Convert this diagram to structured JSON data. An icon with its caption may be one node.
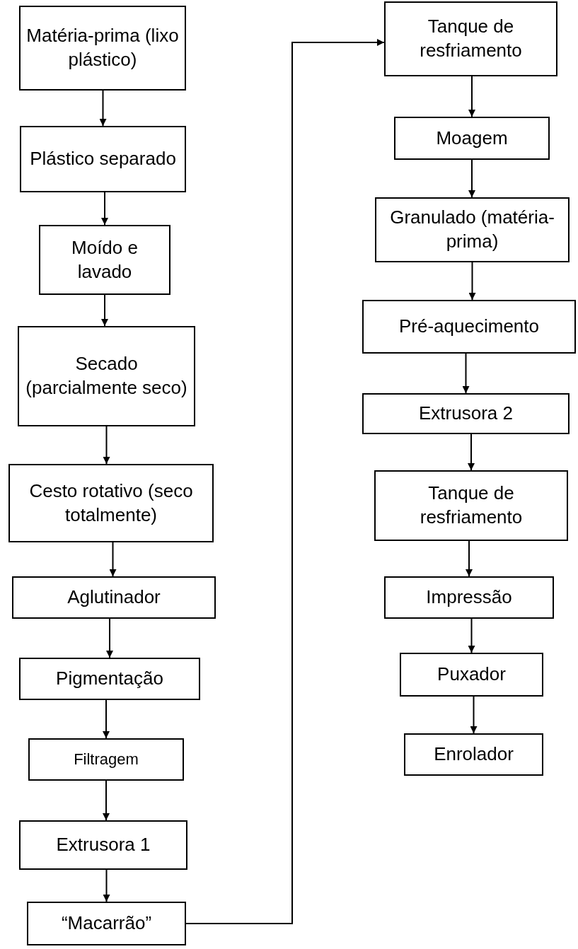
{
  "diagram": {
    "nodes": [
      {
        "text": [
          "Matéria-prima (lixo plástico)"
        ]
      },
      {
        "text": [
          "Plástico separado"
        ]
      },
      {
        "text": [
          "Moído e lavado"
        ]
      },
      {
        "text": [
          "Secado (parcialmente seco)"
        ]
      },
      {
        "text": [
          "Cesto rotativo (seco totalmente)"
        ]
      },
      {
        "text": [
          "Aglutinador"
        ]
      },
      {
        "text": [
          "Pigmentação"
        ]
      },
      {
        "text": [
          "Filtragem"
        ]
      },
      {
        "text": [
          "Extrusora 1"
        ]
      },
      {
        "text": [
          "“Macarrão”"
        ]
      },
      {
        "text": [
          "Tanque de resfriamento"
        ]
      },
      {
        "text": [
          "Moagem"
        ]
      },
      {
        "text": [
          "Granulado (matéria-prima)"
        ]
      },
      {
        "text": [
          "Pré-aquecimento"
        ]
      },
      {
        "text": [
          "Extrusora 2"
        ]
      },
      {
        "text": [
          "Tanque de resfriamento"
        ]
      },
      {
        "text": [
          "Impressão"
        ]
      },
      {
        "text": [
          "Puxador"
        ]
      },
      {
        "text": [
          "Enrolador"
        ]
      }
    ],
    "edges": [
      {
        "from": 0,
        "to": 1,
        "arrow": "to"
      },
      {
        "from": 1,
        "to": 2,
        "arrow": "to"
      },
      {
        "from": 2,
        "to": 3,
        "arrow": "to"
      },
      {
        "from": 3,
        "to": 4,
        "arrow": "to"
      },
      {
        "from": 4,
        "to": 5,
        "arrow": "to"
      },
      {
        "from": 5,
        "to": 6,
        "arrow": "to"
      },
      {
        "from": 6,
        "to": 7,
        "arrow": "to"
      },
      {
        "from": 7,
        "to": 8,
        "arrow": "to"
      },
      {
        "from": 8,
        "to": 9,
        "arrow": "to"
      },
      {
        "from": 9,
        "to": 10,
        "arrow": "to"
      },
      {
        "from": 10,
        "to": 11,
        "arrow": "to"
      },
      {
        "from": 11,
        "to": 12,
        "arrow": "to"
      },
      {
        "from": 12,
        "to": 13,
        "arrow": "to"
      },
      {
        "from": 13,
        "to": 14,
        "arrow": "to"
      },
      {
        "from": 14,
        "to": 15,
        "arrow": "to"
      },
      {
        "from": 15,
        "to": 16,
        "arrow": "to"
      },
      {
        "from": 16,
        "to": 17,
        "arrow": "to"
      },
      {
        "from": 17,
        "to": 18,
        "arrow": "to"
      }
    ]
  }
}
